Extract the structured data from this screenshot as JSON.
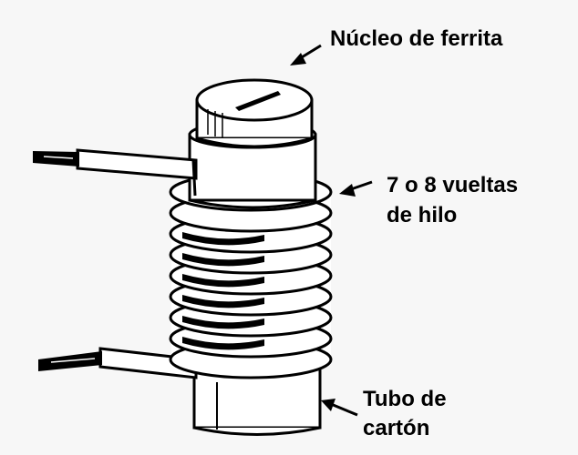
{
  "labels": {
    "ferrite_core": "Núcleo de ferrita",
    "turns_line1": "7 o 8 vueltas",
    "turns_line2": "de hilo",
    "tube_line1": "Tubo de",
    "tube_line2": "cartón"
  },
  "colors": {
    "ink": "#000000",
    "paper": "#f7f7f7",
    "fill": "#ffffff"
  }
}
